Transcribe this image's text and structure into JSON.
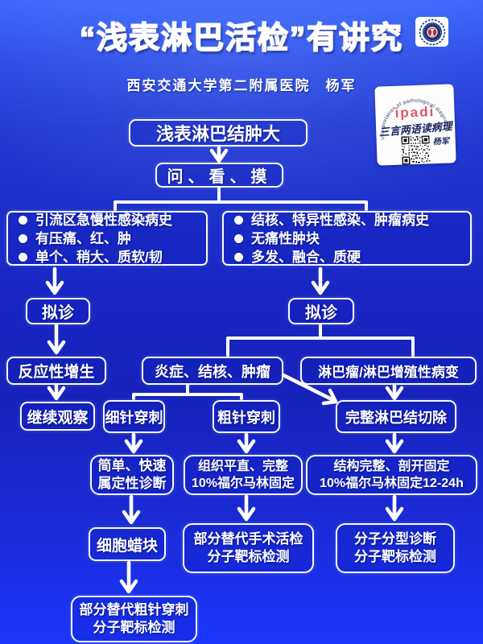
{
  "header": {
    "title": "“浅表淋巴活检”有讲究",
    "subtitle": "西安交通大学第二附属医院　杨军"
  },
  "logos": {
    "seal_icon": "hospital-seal-icon",
    "card": {
      "arc_text": "Interpretation of pathological diagnosis",
      "brand": "ipadi",
      "calligraphy": "三言两语读病理",
      "signature": "杨军",
      "qr_icon": "qr-code-icon"
    }
  },
  "flowchart": {
    "top": "浅表淋巴结肿大",
    "exam": "问、看、摸",
    "left_findings": [
      "引流区急慢性感染病史",
      "有压痛、红、肿",
      "单个、稍大、质软/韧"
    ],
    "right_findings": [
      "结核、特异性感染、肿瘤病史",
      "无痛性肿块",
      "多发、融合、质硬"
    ],
    "tentative_left": "拟诊",
    "tentative_right": "拟诊",
    "reactive_hyperplasia": "反应性增生",
    "continue_observation": "继续观察",
    "inflammation_tb_tumor": "炎症、结核、肿瘤",
    "lymphoma": "淋巴瘤/淋巴增殖性病变",
    "fine_needle": "细针穿刺",
    "core_needle": "粗针穿刺",
    "complete_excision": "完整淋巴结切除",
    "fna_result": [
      "简单、快速",
      "属定性诊断"
    ],
    "cnb_fixation": [
      "组织平直、完整",
      "10%福尔马林固定"
    ],
    "excision_fixation": [
      "结构完整、剖开固定",
      "10%福尔马林固定12-24h"
    ],
    "cell_block": "细胞蜡块",
    "replace_surgical_biopsy": [
      "部分替代手术活检",
      "分子靶标检测"
    ],
    "molecular_typing": [
      "分子分型诊断",
      "分子靶标检测"
    ],
    "replace_core_needle": [
      "部分替代粗针穿刺",
      "分子靶标检测"
    ]
  },
  "colors": {
    "background_top": "#3a66fb",
    "background_mid": "#1623bb",
    "background_bottom": "#1b35fd",
    "line": "#ffffff",
    "brand_red": "#e0546b",
    "seal_navy": "#1d2f7d"
  }
}
